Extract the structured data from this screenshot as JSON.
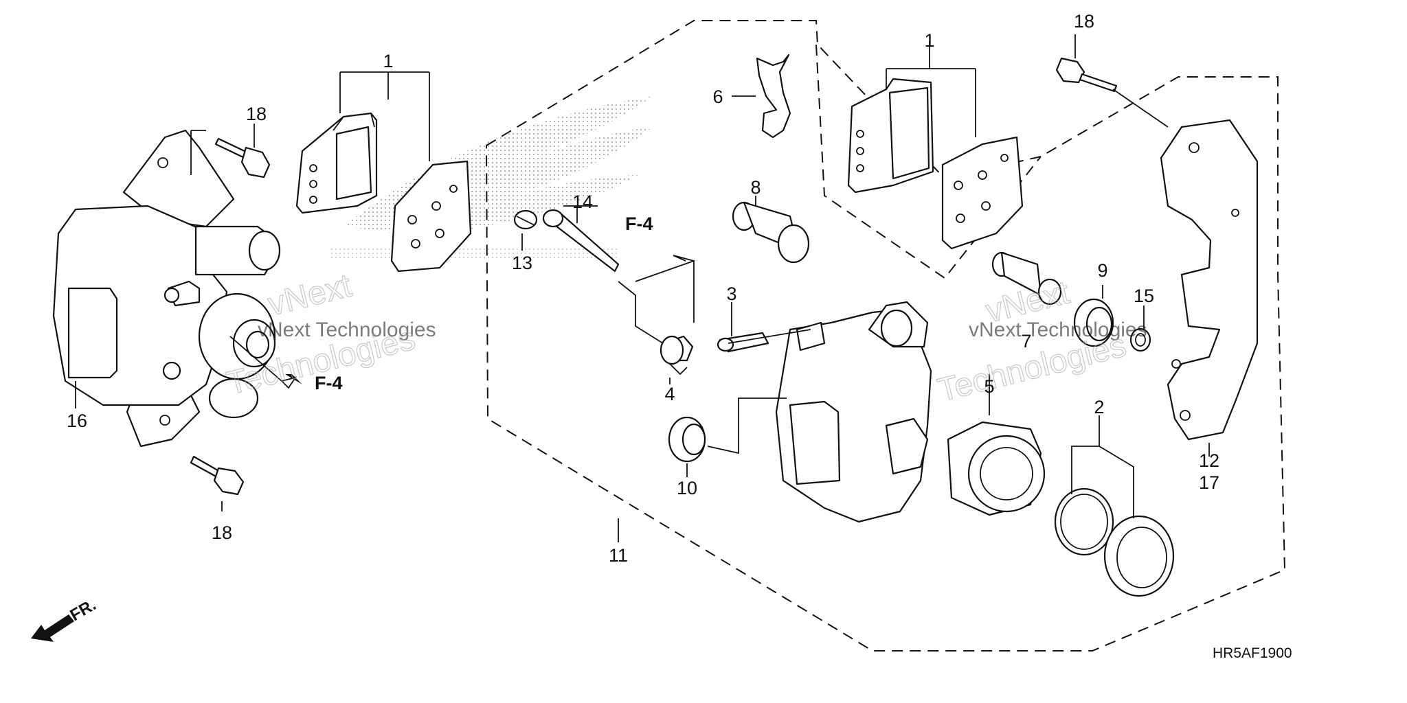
{
  "diagram": {
    "callouts": {
      "c1_left": "1",
      "c1_right": "1",
      "c2": "2",
      "c3": "3",
      "c4": "4",
      "c5": "5",
      "c6": "6",
      "c7": "7",
      "c8": "8",
      "c9": "9",
      "c10": "10",
      "c11": "11",
      "c12": "12",
      "c13": "13",
      "c14": "14",
      "c15": "15",
      "c16": "16",
      "c17": "17",
      "c18_top_left": "18",
      "c18_bottom_left": "18",
      "c18_top_right": "18"
    },
    "refs": {
      "f4_left": "F-4",
      "f4_center": "F-4"
    },
    "front_indicator": "FR.",
    "figure_code": "HR5AF1900",
    "watermark": {
      "line1": "vNext Technologies",
      "line2": "vNext",
      "line3": "Technologies",
      "line4": "vNext Technologies",
      "line5": "vNext",
      "line6": "Technologies"
    }
  }
}
